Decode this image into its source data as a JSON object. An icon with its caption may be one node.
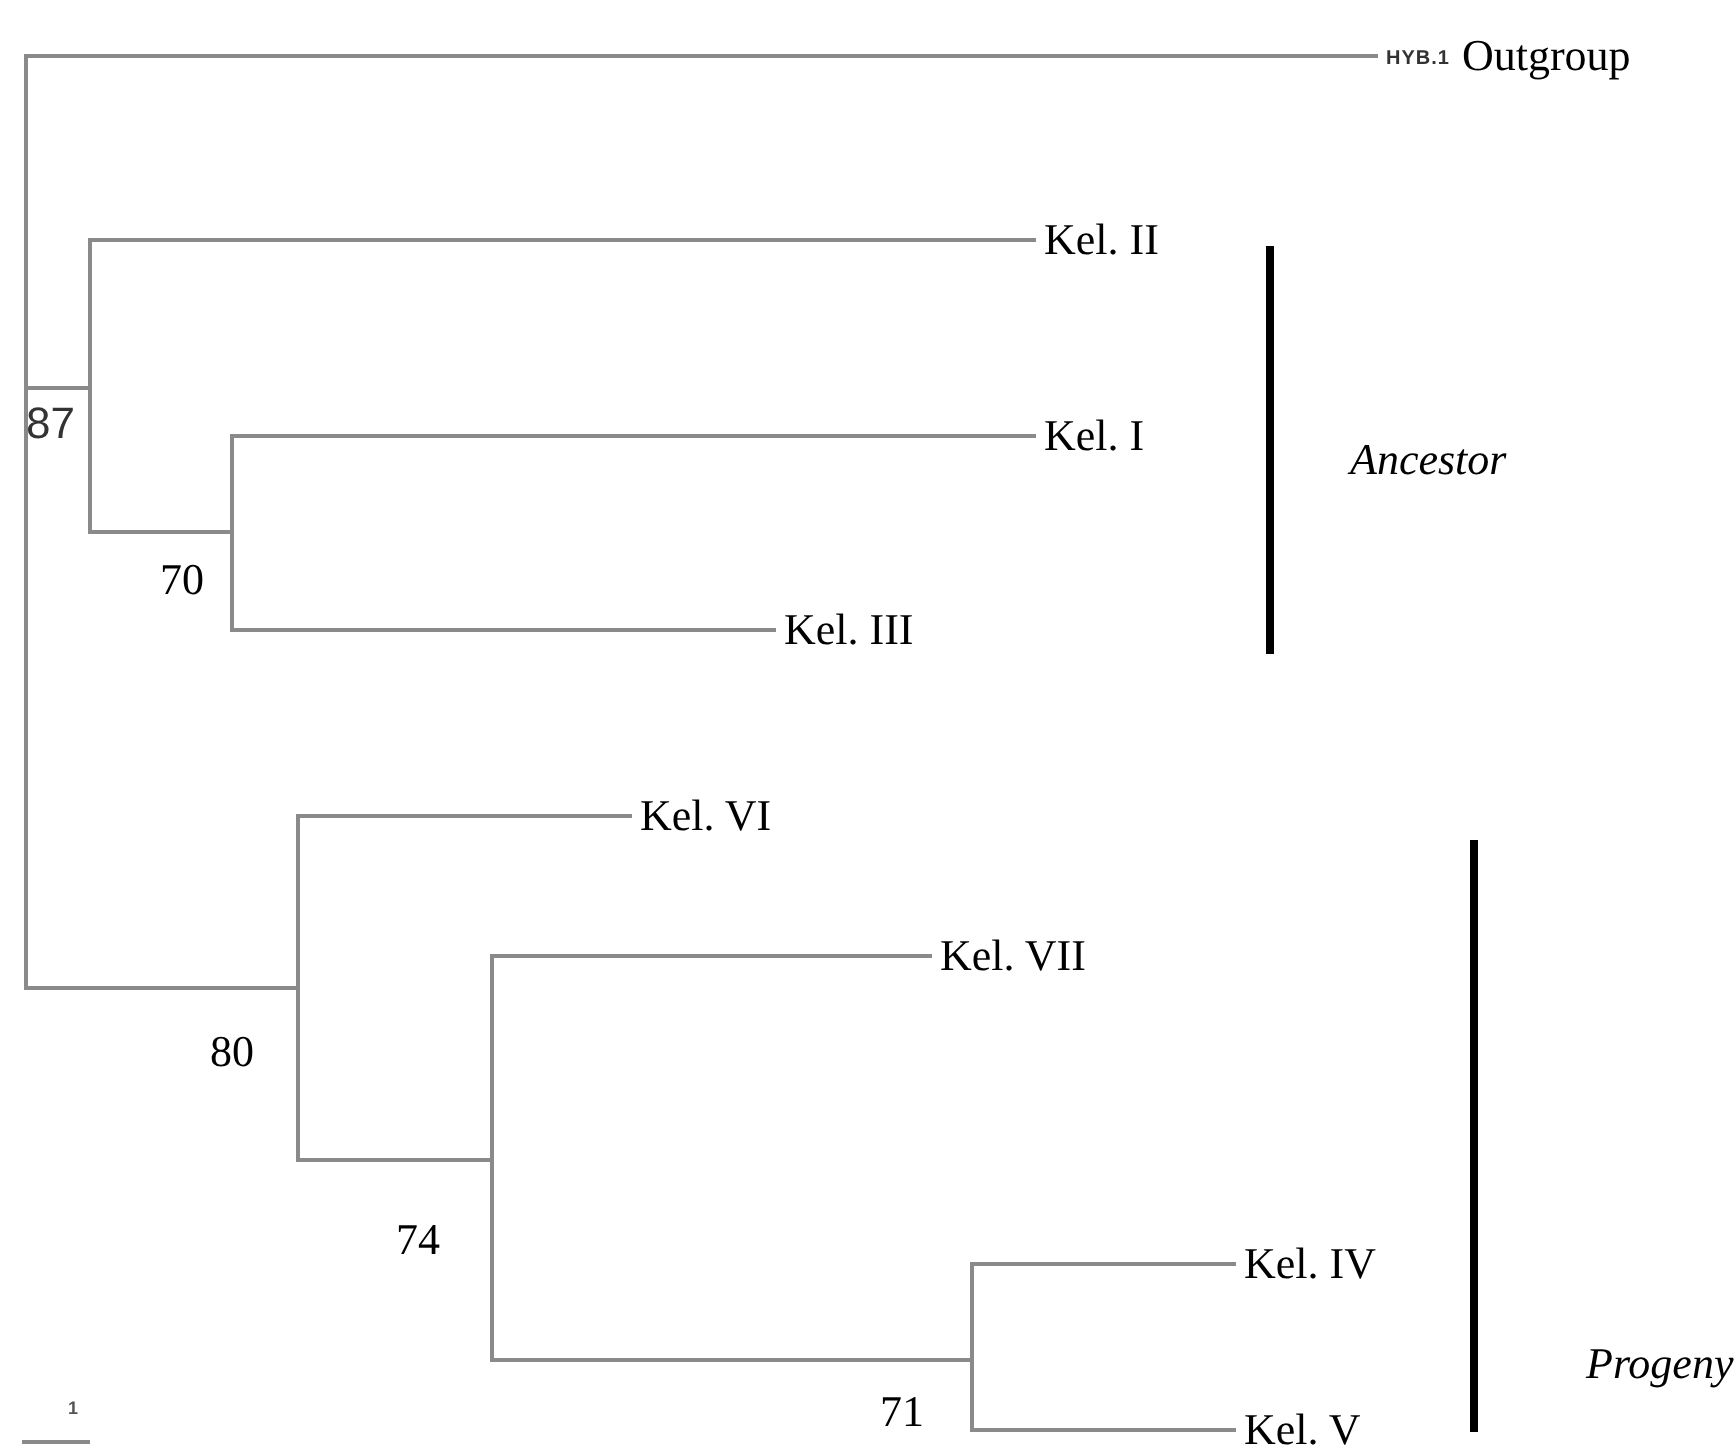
{
  "diagram": {
    "nodes": [
      {
        "text": [],
        "shape": "bar"
      },
      {
        "text": [
          "HYB.1",
          "Outgroup"
        ]
      },
      {
        "text": [],
        "shape": "bar",
        "beside": [
          "87"
        ]
      },
      {
        "text": [
          "Kel. II"
        ]
      },
      {
        "text": [],
        "shape": "bar",
        "beside": [
          "70"
        ]
      },
      {
        "text": [
          "Kel. I"
        ]
      },
      {
        "text": [
          "Kel. III"
        ]
      },
      {
        "text": [],
        "shape": "bar",
        "beside": [
          "80"
        ]
      },
      {
        "text": [
          "Kel. VI"
        ]
      },
      {
        "text": [],
        "shape": "bar",
        "beside": [
          "74"
        ]
      },
      {
        "text": [
          "Kel. VII"
        ]
      },
      {
        "text": [],
        "shape": "bar",
        "beside": [
          "71"
        ]
      },
      {
        "text": [
          "Kel. IV"
        ]
      },
      {
        "text": [
          "Kel. V"
        ]
      }
    ],
    "edges": [
      {
        "from": 0,
        "to": 1,
        "arrow": "none"
      },
      {
        "from": 0,
        "to": 2,
        "arrow": "none"
      },
      {
        "from": 2,
        "to": 3,
        "arrow": "none"
      },
      {
        "from": 2,
        "to": 4,
        "arrow": "none"
      },
      {
        "from": 4,
        "to": 5,
        "arrow": "none"
      },
      {
        "from": 4,
        "to": 6,
        "arrow": "none"
      },
      {
        "from": 0,
        "to": 7,
        "arrow": "none"
      },
      {
        "from": 7,
        "to": 8,
        "arrow": "none"
      },
      {
        "from": 7,
        "to": 9,
        "arrow": "none"
      },
      {
        "from": 9,
        "to": 10,
        "arrow": "none"
      },
      {
        "from": 9,
        "to": 11,
        "arrow": "none"
      },
      {
        "from": 11,
        "to": 12,
        "arrow": "none"
      },
      {
        "from": 11,
        "to": 13,
        "arrow": "none"
      }
    ],
    "labels": [
      "Ancestor",
      "Progeny",
      "1"
    ]
  }
}
